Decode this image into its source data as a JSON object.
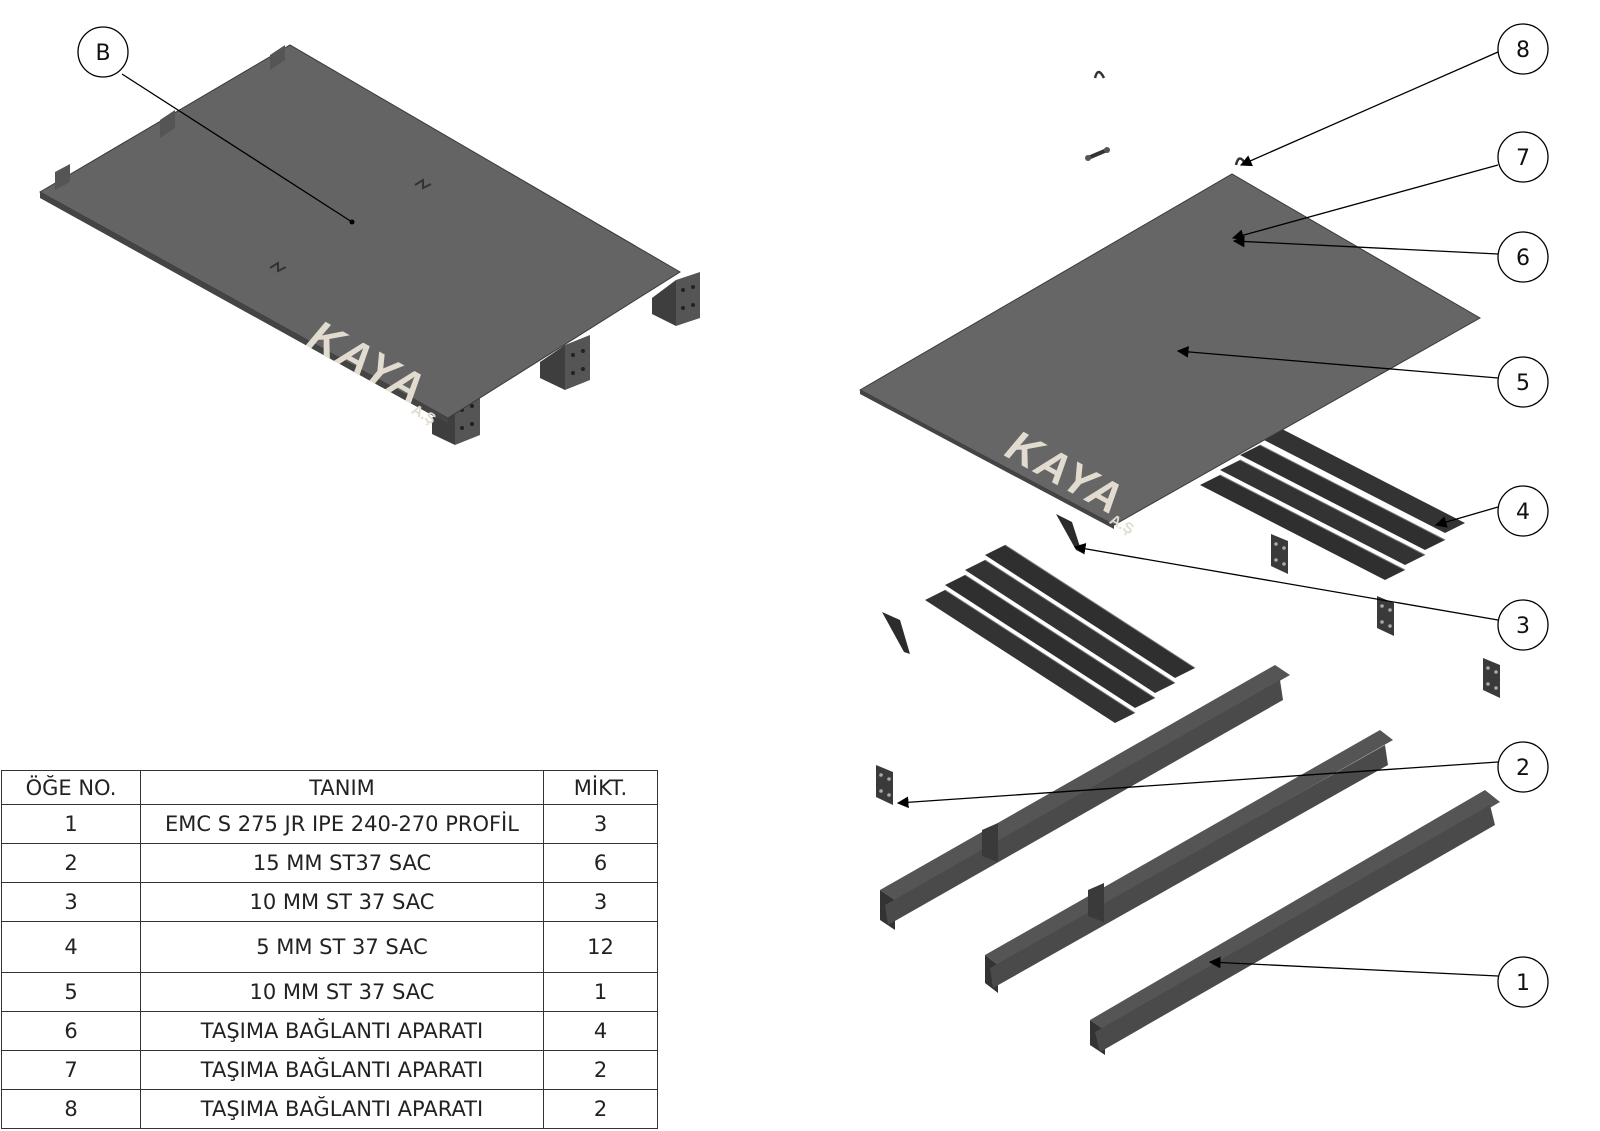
{
  "callouts": {
    "b": "B",
    "c1": "1",
    "c2": "2",
    "c3": "3",
    "c4": "4",
    "c5": "5",
    "c6": "6",
    "c7": "7",
    "c8": "8"
  },
  "logo": {
    "main": "KAYA",
    "sub": "A.Ş"
  },
  "bom": {
    "headers": [
      "ÖĞE NO.",
      "TANIM",
      "MİKT."
    ],
    "rows": [
      [
        "1",
        "EMC S 275 JR IPE 240-270  PROFİL",
        "3"
      ],
      [
        "2",
        "15 MM ST37 SAC",
        "6"
      ],
      [
        "3",
        "10 MM ST 37 SAC",
        "3"
      ],
      [
        "4",
        "5 MM ST 37 SAC",
        "12"
      ],
      [
        "5",
        "10 MM ST 37 SAC",
        "1"
      ],
      [
        "6",
        "TAŞIMA BAĞLANTI APARATI",
        "4"
      ],
      [
        "7",
        "TAŞIMA BAĞLANTI APARATI",
        "2"
      ],
      [
        "8",
        "TAŞIMA BAĞLANTI APARATI",
        "2"
      ]
    ]
  },
  "colors": {
    "plate": "#666666",
    "plate_edge": "#3a3a3a",
    "beam": "#4e4e4e",
    "beam_dark": "#2e2e2e",
    "channel": "#2f2f2f",
    "logo_text": "#e2dcd0"
  }
}
